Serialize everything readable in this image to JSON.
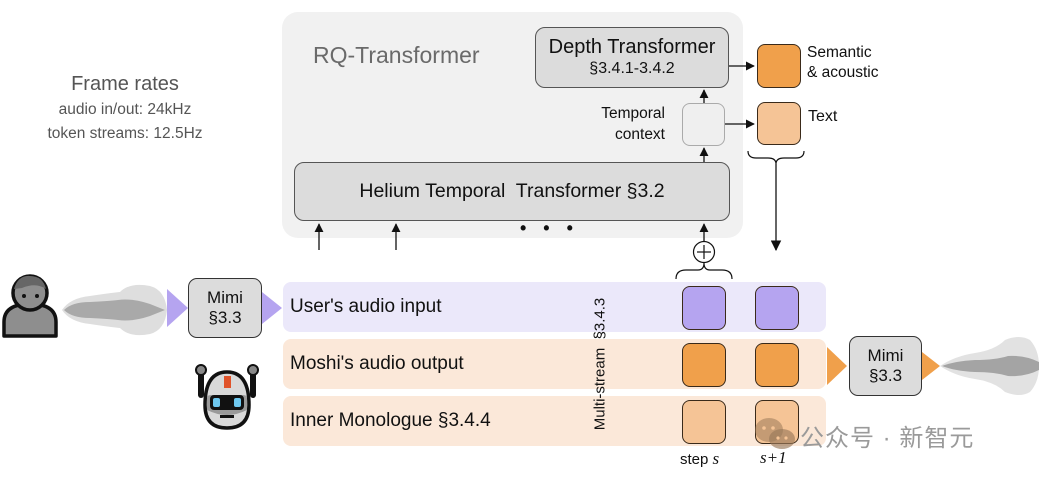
{
  "frame_rates": {
    "title": "Frame rates",
    "audio": "audio in/out: 24kHz",
    "tokens": "token streams: 12.5Hz"
  },
  "rq_transformer": {
    "title": "RQ-Transformer",
    "depth": {
      "name": "Depth Transformer",
      "section": "§3.4.1-3.4.2"
    },
    "temporal_context": {
      "line1": "Temporal",
      "line2": "context"
    },
    "helium": {
      "label": "Helium Temporal  Transformer §3.2"
    },
    "ellipsis": "• • •",
    "sum_symbol": "+"
  },
  "outputs": {
    "semantic": {
      "line1": "Semantic",
      "line2": "& acoustic",
      "color": "#f0a04b"
    },
    "text": {
      "label": "Text",
      "color": "#f5c496"
    }
  },
  "mimi_input": {
    "name": "Mimi",
    "section": "§3.3",
    "arrow_color": "#b5a4f0"
  },
  "mimi_output": {
    "name": "Mimi",
    "section": "§3.3",
    "arrow_color": "#f0a04b"
  },
  "streams": {
    "vertical_label": "Multi-stream  §3.4.3",
    "rows": [
      {
        "label": "User's audio input",
        "bg": "#ebe8fa",
        "cell_color": "#b5a4f0"
      },
      {
        "label": "Moshi's audio output",
        "bg": "#fbe8d9",
        "cell_color": "#f0a04b"
      },
      {
        "label": "Inner Monologue §3.4.4",
        "bg": "#fbe8d9",
        "cell_color": "#f5c496"
      }
    ],
    "steps": {
      "step": "step",
      "s": "s",
      "s_plus_1": "s+1"
    }
  },
  "icons": {
    "user": "person-icon",
    "robot": "robot-icon",
    "waveform_in": "waveform-icon",
    "waveform_out": "waveform-icon"
  },
  "watermark": "公众号 · 新智元"
}
